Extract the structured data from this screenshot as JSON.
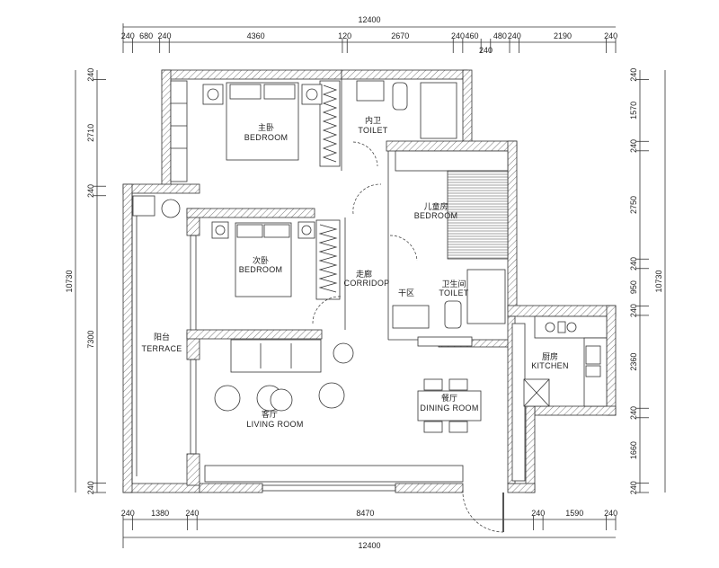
{
  "dimensions": {
    "top_total": "12400",
    "top_segments": [
      240,
      680,
      240,
      4360,
      120,
      2670,
      240,
      460,
      240,
      480,
      240,
      2190,
      240
    ],
    "bottom_total": "12400",
    "bottom_segments": [
      240,
      1380,
      240,
      8470,
      240,
      1590,
      240
    ],
    "left_total": "10730",
    "left_segments": [
      240,
      2710,
      240,
      7300,
      240
    ],
    "right_total": "10730",
    "right_segments": [
      240,
      1570,
      240,
      2750,
      240,
      950,
      240,
      2360,
      240,
      1660,
      240
    ]
  },
  "rooms": {
    "master_bedroom": {
      "cn": "主卧",
      "en": "BEDROOM"
    },
    "ensuite_toilet": {
      "cn": "内卫",
      "en": "TOILET"
    },
    "kids_bedroom": {
      "cn": "儿童房",
      "en": "BEDROOM"
    },
    "second_bedroom": {
      "cn": "次卧",
      "en": "BEDROOM"
    },
    "corridor": {
      "cn": "走廊",
      "en": "CORRIDOP"
    },
    "dry_area": {
      "cn": "干区"
    },
    "bathroom": {
      "cn": "卫生间",
      "en": "TOILET"
    },
    "terrace": {
      "cn": "阳台",
      "en": "TERRACE"
    },
    "living_room": {
      "cn": "客厅",
      "en": "LIVING ROOM"
    },
    "dining_room": {
      "cn": "餐厅",
      "en": "DINING ROOM"
    },
    "kitchen": {
      "cn": "厨房",
      "en": "KITCHEN"
    }
  }
}
